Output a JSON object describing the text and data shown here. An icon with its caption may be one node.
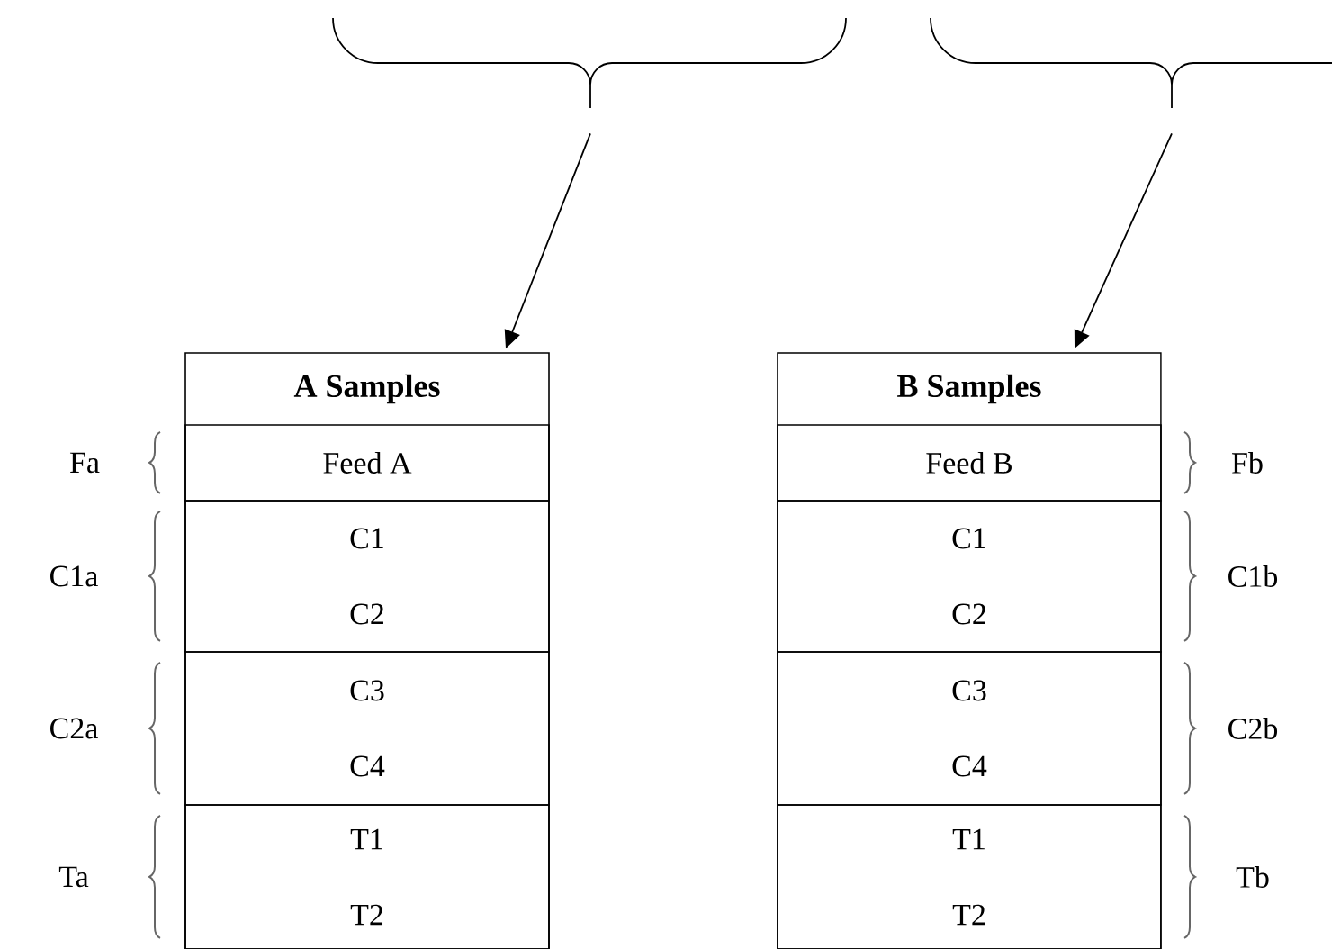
{
  "diagram": {
    "nodes": [
      {
        "text": [],
        "shape": "brace"
      },
      {
        "text": [],
        "shape": "brace"
      },
      {
        "text": [
          "A Samples"
        ]
      },
      {
        "text": [
          "Feed A"
        ],
        "in": 2,
        "beside": [
          "Fa"
        ]
      },
      {
        "text": [
          "C1",
          "C2"
        ],
        "in": 2,
        "beside": [
          "C1a"
        ]
      },
      {
        "text": [
          "C3",
          "C4"
        ],
        "in": 2,
        "beside": [
          "C2a"
        ]
      },
      {
        "text": [
          "T1",
          "T2"
        ],
        "in": 2,
        "beside": [
          "Ta"
        ]
      },
      {
        "text": [
          "B Samples"
        ]
      },
      {
        "text": [
          "Feed B"
        ],
        "in": 7,
        "beside": [
          "Fb"
        ]
      },
      {
        "text": [
          "C1",
          "C2"
        ],
        "in": 7,
        "beside": [
          "C1b"
        ]
      },
      {
        "text": [
          "C3",
          "C4"
        ],
        "in": 7,
        "beside": [
          "C2b"
        ]
      },
      {
        "text": [
          "T1",
          "T2"
        ],
        "in": 7,
        "beside": [
          "Tb"
        ]
      }
    ],
    "edges": [
      {
        "from": 0,
        "to": 2,
        "arrow": "to"
      },
      {
        "from": 1,
        "to": 7,
        "arrow": "to"
      }
    ]
  }
}
